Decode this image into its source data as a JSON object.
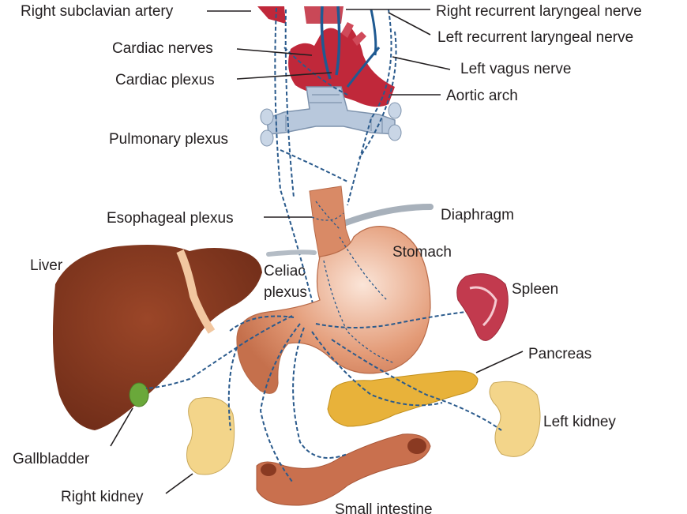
{
  "labels": {
    "right_subclavian_artery": "Right subclavian artery",
    "right_recurrent_laryngeal_nerve": "Right recurrent laryngeal nerve",
    "left_recurrent_laryngeal_nerve": "Left recurrent laryngeal nerve",
    "cardiac_nerves": "Cardiac nerves",
    "left_vagus_nerve": "Left vagus nerve",
    "cardiac_plexus": "Cardiac plexus",
    "aortic_arch": "Aortic arch",
    "pulmonary_plexus": "Pulmonary plexus",
    "esophageal_plexus": "Esophageal plexus",
    "diaphragm": "Diaphragm",
    "liver": "Liver",
    "stomach": "Stomach",
    "celiac_plexus_line1": "Celiac",
    "celiac_plexus_line2": "plexus",
    "spleen": "Spleen",
    "pancreas": "Pancreas",
    "left_kidney": "Left kidney",
    "gallbladder": "Gallbladder",
    "right_kidney": "Right kidney",
    "small_intestine": "Small intestine"
  },
  "colors": {
    "artery": "#c0283a",
    "bronchi": "#b8c8dc",
    "liver": "#8a3a22",
    "stomach": "#d98a66",
    "spleen": "#c23a4e",
    "pancreas": "#e8b23a",
    "kidney": "#f3d58a",
    "intestine": "#c9704e",
    "gallbladder": "#6aa83a",
    "nerve": "#2a5a8c"
  }
}
